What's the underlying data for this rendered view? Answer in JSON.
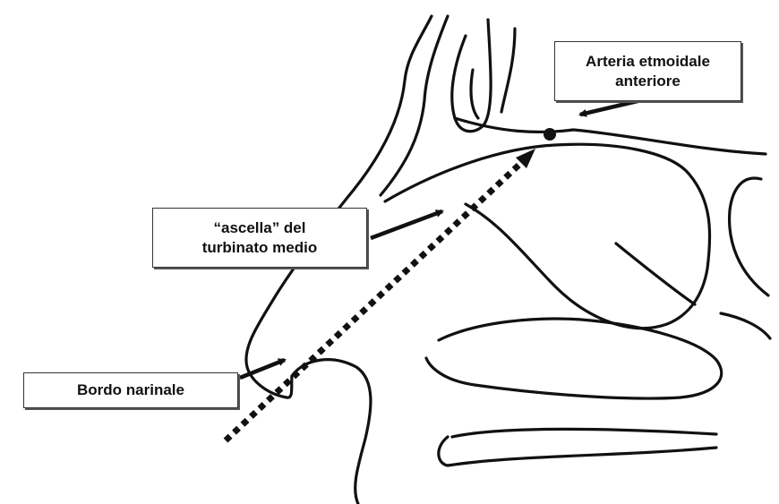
{
  "labels": {
    "arteria": [
      "Arteria etmoidale",
      "anteriore"
    ],
    "ascella": [
      "“ascella” del",
      "turbinato medio"
    ],
    "bordo": "Bordo narinale"
  },
  "colors": {
    "ink": "#111111",
    "background": "#ffffff"
  }
}
